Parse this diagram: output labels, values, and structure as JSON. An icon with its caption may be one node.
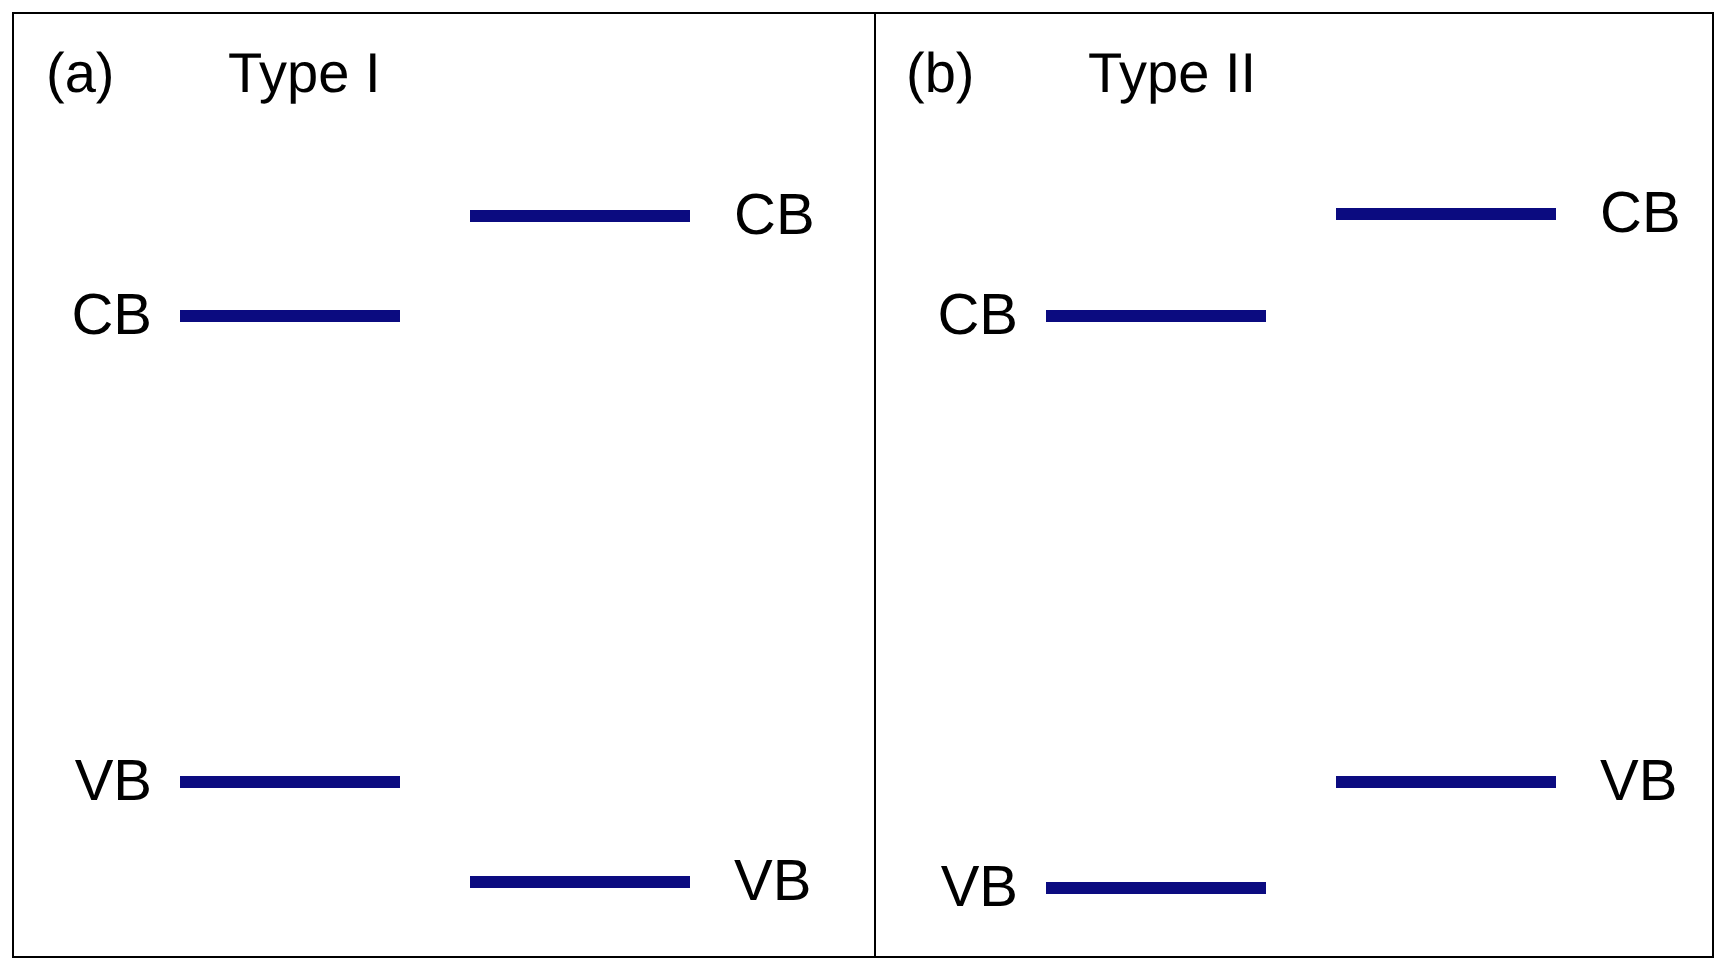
{
  "diagram": {
    "nodes": [
      {
        "text": [
          "(a)",
          "Type I"
        ]
      },
      {
        "text": [],
        "shape": "bar",
        "beside": [
          "CB"
        ],
        "in": 0
      },
      {
        "text": [],
        "shape": "bar",
        "beside": [
          "CB"
        ],
        "in": 0
      },
      {
        "text": [],
        "shape": "bar",
        "beside": [
          "VB"
        ],
        "in": 0
      },
      {
        "text": [],
        "shape": "bar",
        "beside": [
          "VB"
        ],
        "in": 0
      },
      {
        "text": [
          "(b)",
          "Type II"
        ]
      },
      {
        "text": [],
        "shape": "bar",
        "beside": [
          "CB"
        ],
        "in": 5
      },
      {
        "text": [],
        "shape": "bar",
        "beside": [
          "CB"
        ],
        "in": 5
      },
      {
        "text": [],
        "shape": "bar",
        "beside": [
          "VB"
        ],
        "in": 5
      },
      {
        "text": [],
        "shape": "bar",
        "beside": [
          "VB"
        ],
        "in": 5
      }
    ],
    "edges": []
  }
}
